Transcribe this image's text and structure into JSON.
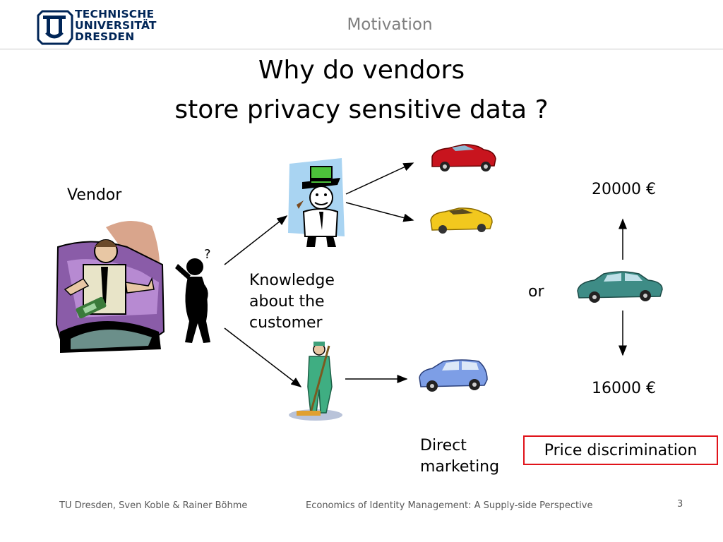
{
  "header": {
    "logo_lines": [
      "TECHNISCHE",
      "UNIVERSITÄT",
      "DRESDEN"
    ],
    "section": "Motivation"
  },
  "slide": {
    "title_line1": "Why do vendors",
    "title_line2": "store privacy sensitive data ?",
    "vendor_label": "Vendor",
    "knowledge_label": [
      "Knowledge",
      "about the",
      "customer"
    ],
    "direct_marketing_label": [
      "Direct",
      "marketing"
    ],
    "price_high": "20000 €",
    "price_low": "16000 €",
    "or_label": "or",
    "price_discrimination": "Price discrimination"
  },
  "footer": {
    "authors": "TU Dresden, Sven Koble & Rainer Böhme",
    "presentation_title": "Economics of Identity Management: A Supply-side Perspective",
    "page_number": "3"
  },
  "colors": {
    "logo_blue": "#002557",
    "section_grey": "#7f7f7f",
    "box_red": "#e0131a",
    "red_car": "#c8141e",
    "yellow_car": "#f2c81e",
    "teal_car": "#3e8c86",
    "blue_car": "#7d9ee6"
  },
  "icons": [
    "university-logo-icon",
    "vendor-salesman-icon",
    "questioning-person-icon",
    "rich-customer-icon",
    "sweeper-customer-icon",
    "red-sports-car-icon",
    "yellow-sports-car-icon",
    "teal-sedan-icon",
    "blue-hatchback-icon"
  ]
}
